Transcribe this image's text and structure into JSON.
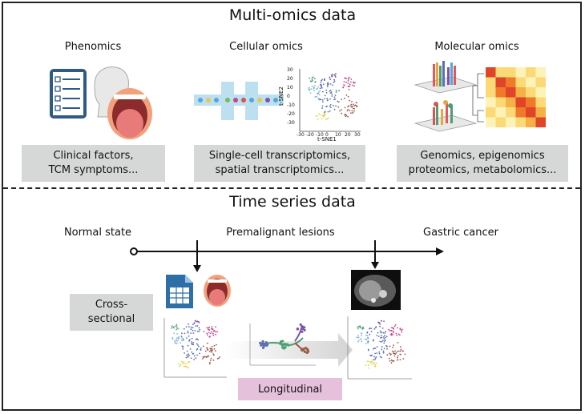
{
  "multi_omics": {
    "title": "Multi-omics data",
    "sections": [
      {
        "heading": "Phenomics",
        "box_lines": [
          "Clinical factors,",
          "TCM symptoms..."
        ]
      },
      {
        "heading": "Cellular omics",
        "box_lines": [
          "Single-cell transcriptomics,",
          "spatial transcriptomics..."
        ]
      },
      {
        "heading": "Molecular omics",
        "box_lines": [
          "Genomics, epigenomics",
          "proteomics, metabolomics..."
        ]
      }
    ],
    "tsne": {
      "xlabel": "t-SNE1",
      "ylabel": "t-SNE2",
      "xticks": [
        "-30",
        "-20",
        "-10",
        "0",
        "10",
        "20",
        "30"
      ],
      "yticks": [
        "30",
        "20",
        "10",
        "0",
        "-10",
        "-20",
        "-30"
      ]
    }
  },
  "time_series": {
    "title": "Time series data",
    "stages": [
      "Normal state",
      "Premalignant lesions",
      "Gastric cancer"
    ],
    "cross_sectional": [
      "Cross-",
      "sectional"
    ],
    "longitudinal": "Longitudinal"
  },
  "colors": {
    "gray_box": "#d6d8d7",
    "pink_box": "#e6c1dc",
    "cluster_blue": "#5b6fb4",
    "cluster_lightblue": "#8ab6d8",
    "cluster_brown": "#9c5a4a",
    "cluster_pink": "#c0478c",
    "cluster_yellow": "#e4d34d",
    "cluster_green": "#4c9f74",
    "cluster_purple": "#7c55a8"
  }
}
